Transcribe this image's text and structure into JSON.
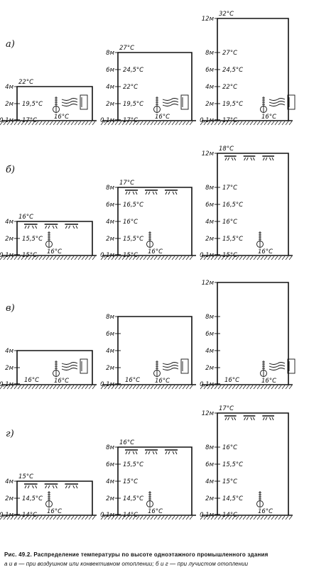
{
  "rows": [
    {
      "label": "а)",
      "panels": [
        {
          "roof": "22°C",
          "levels": [
            "4м",
            "2м",
            "0,1м"
          ],
          "temps": [
            "19,5°C",
            "17°C"
          ],
          "source": "16°C",
          "heater": "convector"
        },
        {
          "roof": "27°C",
          "levels": [
            "8м",
            "6м",
            "4м",
            "2м",
            "0,1м"
          ],
          "temps": [
            "24,5°C",
            "22°C",
            "19,5°C",
            "17°C"
          ],
          "source": "16°C",
          "heater": "convector"
        },
        {
          "roof": "32°C",
          "levels": [
            "12м",
            "8м",
            "6м",
            "4м",
            "2м",
            "0,1м"
          ],
          "temps": [
            "27°C",
            "24,5°C",
            "22°C",
            "19,5°C",
            "17°C"
          ],
          "source": "16°C",
          "heater": "convector"
        }
      ]
    },
    {
      "label": "б)",
      "panels": [
        {
          "roof": "16°C",
          "levels": [
            "4м",
            "2м",
            "0,1м"
          ],
          "temps": [
            "15,5°C",
            "15°C"
          ],
          "source": "16°C",
          "heater": "radiant"
        },
        {
          "roof": "17°C",
          "levels": [
            "8м",
            "6м",
            "4м",
            "2м",
            "0,1м"
          ],
          "temps": [
            "16,5°C",
            "16°C",
            "15,5°C",
            "15°C"
          ],
          "source": "16°C",
          "heater": "radiant"
        },
        {
          "roof": "18°C",
          "levels": [
            "12м",
            "8м",
            "6м",
            "4м",
            "2м",
            "0,1м"
          ],
          "temps": [
            "17°C",
            "16,5°C",
            "16°C",
            "15,5°C",
            "15°C"
          ],
          "source": "16°C",
          "heater": "radiant"
        }
      ]
    },
    {
      "label": "в)",
      "panels": [
        {
          "roof": "",
          "levels": [
            "4м",
            "2м",
            "0,1м"
          ],
          "temps": [
            "16°C"
          ],
          "source": "16°C",
          "heater": "convector"
        },
        {
          "roof": "",
          "levels": [
            "8м",
            "6м",
            "4м",
            "2м",
            "0,1м"
          ],
          "temps": [
            "16°C"
          ],
          "source": "16°C",
          "heater": "convector"
        },
        {
          "roof": "",
          "levels": [
            "12м",
            "8м",
            "6м",
            "4м",
            "2м",
            "0,1м"
          ],
          "temps": [
            "16°C"
          ],
          "source": "16°C",
          "heater": "convector"
        }
      ]
    },
    {
      "label": "г)",
      "panels": [
        {
          "roof": "15°C",
          "levels": [
            "4м",
            "2м",
            "0,1м"
          ],
          "temps": [
            "14,5°C",
            "14°C"
          ],
          "source": "16°C",
          "heater": "radiant"
        },
        {
          "roof": "16°C",
          "levels": [
            "8м",
            "6м",
            "4м",
            "2м",
            "0,1м"
          ],
          "temps": [
            "15,5°C",
            "15°C",
            "14,5°C",
            "14°C"
          ],
          "source": "16°C",
          "heater": "radiant"
        },
        {
          "roof": "17°C",
          "levels": [
            "12м",
            "8м",
            "6м",
            "4м",
            "2м",
            "0,1м"
          ],
          "temps": [
            "16°C",
            "15,5°C",
            "15°C",
            "14,5°C",
            "14°C"
          ],
          "source": "16°C",
          "heater": "radiant"
        }
      ]
    }
  ],
  "caption": {
    "line1": "Рис. 49.2. Распределение температуры по высоте одноэтажного промышленного здания",
    "line2": "а и в — при воздушном или конвективном отоплении; б и г — при лучистом отоплении"
  }
}
